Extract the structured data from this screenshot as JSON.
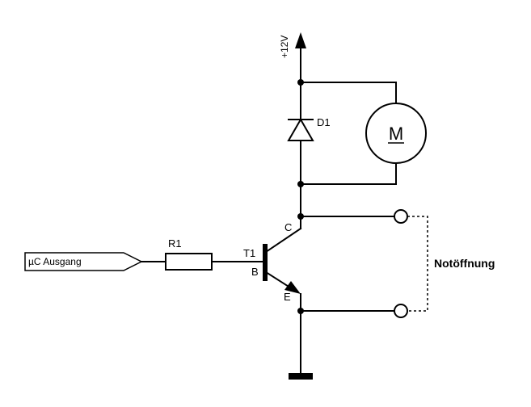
{
  "labels": {
    "supply": "+12V",
    "diode": "D1",
    "motor": "M",
    "collector": "C",
    "emitter": "E",
    "base": "B",
    "transistor": "T1",
    "resistor": "R1",
    "input": "µC Ausgang",
    "emergency": "Notöffnung"
  }
}
